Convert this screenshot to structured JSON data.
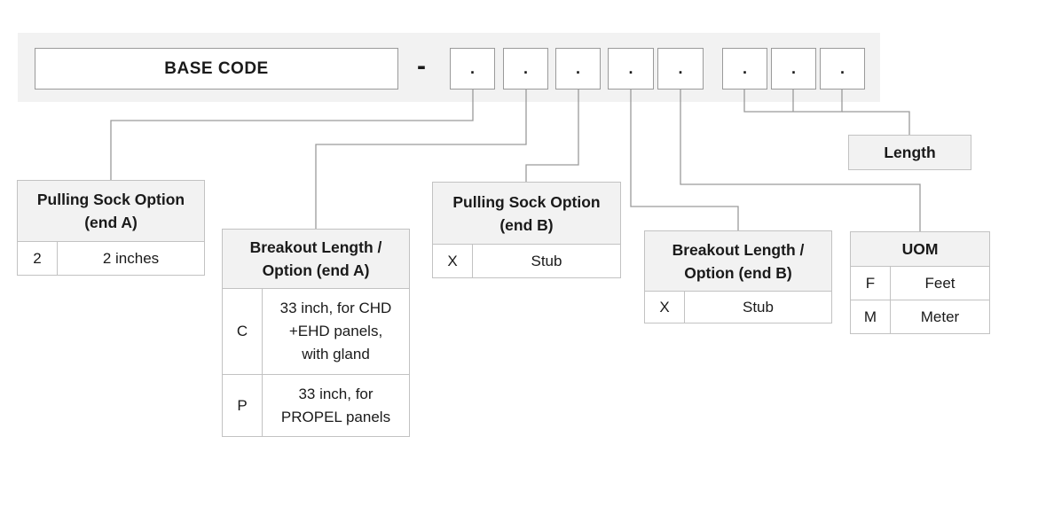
{
  "code_bar": {
    "base_label": "BASE  CODE",
    "separator": "-",
    "slots": [
      ".",
      ".",
      ".",
      ".",
      ".",
      ".",
      ".",
      "."
    ]
  },
  "length_label": "Length",
  "tables": {
    "pulling_sock_a": {
      "title_line1": "Pulling Sock Option",
      "title_line2": "(end A)",
      "rows": [
        {
          "code": "2",
          "desc": "2 inches"
        }
      ]
    },
    "breakout_a": {
      "title_line1": "Breakout Length /",
      "title_line2": "Option (end A)",
      "rows": [
        {
          "code": "C",
          "desc_lines": [
            "33 inch, for CHD",
            "+EHD panels,",
            "with gland"
          ]
        },
        {
          "code": "P",
          "desc_lines": [
            "33 inch, for",
            "PROPEL panels"
          ]
        }
      ]
    },
    "pulling_sock_b": {
      "title_line1": "Pulling Sock Option",
      "title_line2": "(end B)",
      "rows": [
        {
          "code": "X",
          "desc": "Stub"
        }
      ]
    },
    "breakout_b": {
      "title_line1": "Breakout Length /",
      "title_line2": "Option (end B)",
      "rows": [
        {
          "code": "X",
          "desc": "Stub"
        }
      ]
    },
    "uom": {
      "title": "UOM",
      "rows": [
        {
          "code": "F",
          "desc": "Feet"
        },
        {
          "code": "M",
          "desc": "Meter"
        }
      ]
    }
  }
}
